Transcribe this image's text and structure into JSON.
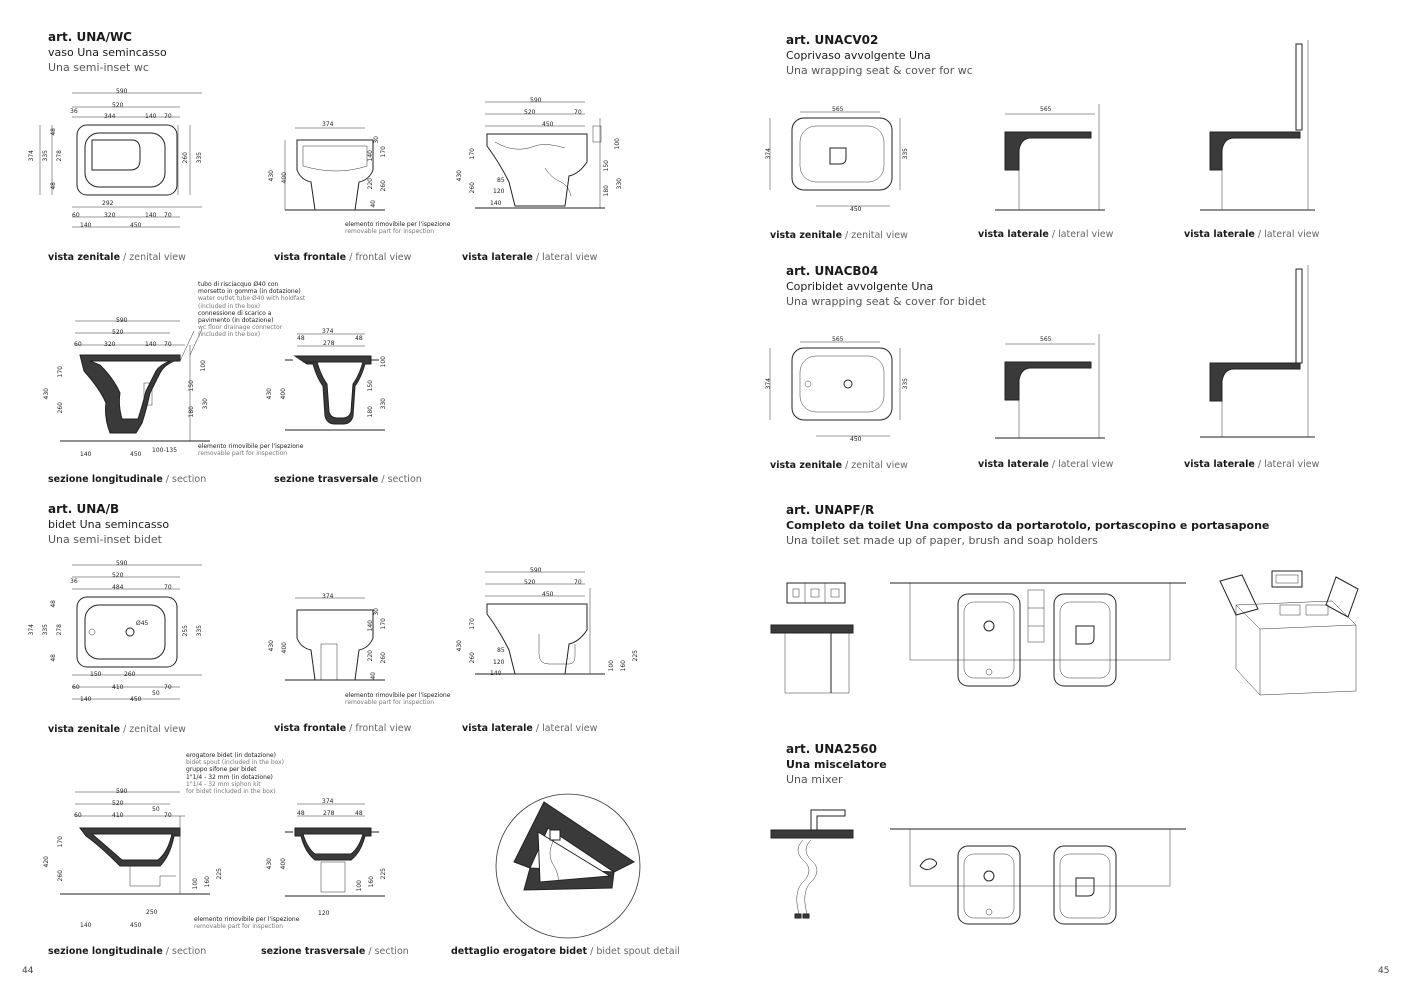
{
  "left_page": {
    "page_number": "44",
    "una_wc": {
      "code": "art. UNA/WC",
      "name_it": "vaso Una semincasso",
      "name_en": "Una semi-inset wc",
      "dims_top": [
        "590",
        "520",
        "36",
        "344",
        "140",
        "70",
        "374",
        "335",
        "278",
        "48",
        "48",
        "260",
        "335",
        "292",
        "60",
        "320",
        "140",
        "70",
        "140",
        "450"
      ],
      "dims_front": [
        "374",
        "430",
        "400",
        "140",
        "30",
        "170",
        "220",
        "260",
        "40"
      ],
      "dims_side": [
        "590",
        "520",
        "70",
        "450",
        "170",
        "430",
        "260",
        "85",
        "120",
        "140",
        "100",
        "150",
        "180",
        "330"
      ],
      "captions": [
        {
          "b": "vista zenitale",
          "s": "/ zenital view"
        },
        {
          "b": "vista frontale",
          "s": "/ frontal view"
        },
        {
          "b": "vista laterale",
          "s": "/ lateral view"
        },
        {
          "b": "sezione longitudinale",
          "s": "/ section"
        },
        {
          "b": "sezione trasversale",
          "s": "/ section"
        }
      ],
      "removable_it": "elemento rimovibile per l'ispezione",
      "removable_en": "removable part for inspection",
      "notes": {
        "tube_it_1": "tubo di risciacquo Ø40 con",
        "tube_it_2": "morsetto in gomma (in dotazione)",
        "tube_en_1": "water outlet tube Ø40  with holdfast",
        "tube_en_2": "(included in the box)",
        "conn_it_1": "connessione di scarico a",
        "conn_it_2": "pavimento (in dotazione)",
        "conn_en_1": "wc floor drainage connector",
        "conn_en_2": "(included in the box)"
      },
      "dims_section": [
        "590",
        "520",
        "60",
        "320",
        "140",
        "70",
        "170",
        "430",
        "260",
        "100",
        "150",
        "180",
        "330",
        "140",
        "450",
        "100-135"
      ],
      "dims_cross": [
        "374",
        "48",
        "278",
        "48",
        "430",
        "400",
        "100",
        "150",
        "180",
        "330"
      ]
    },
    "una_b": {
      "code": "art. UNA/B",
      "name_it": "bidet Una  semincasso",
      "name_en": "Una semi-inset bidet",
      "dims_top": [
        "590",
        "520",
        "36",
        "484",
        "70",
        "374",
        "335",
        "278",
        "48",
        "48",
        "Ø45",
        "255",
        "335",
        "150",
        "260",
        "60",
        "410",
        "70",
        "50",
        "140",
        "450"
      ],
      "dims_front": [
        "374",
        "430",
        "400",
        "140",
        "30",
        "170",
        "220",
        "260",
        "40"
      ],
      "dims_side": [
        "590",
        "520",
        "70",
        "450",
        "170",
        "430",
        "260",
        "85",
        "120",
        "140",
        "100",
        "160",
        "225"
      ],
      "captions": [
        {
          "b": "vista zenitale",
          "s": "/ zenital view"
        },
        {
          "b": "vista frontale",
          "s": "/ frontal view"
        },
        {
          "b": "vista laterale",
          "s": "/ lateral view"
        },
        {
          "b": "sezione longitudinale",
          "s": "/ section"
        },
        {
          "b": "sezione trasversale",
          "s": "/ section"
        },
        {
          "b": "dettaglio erogatore bidet",
          "s": "/ bidet spout detail"
        }
      ],
      "removable_it": "elemento rimovibile per l'ispezione",
      "removable_en": "removable part for inspection",
      "notes": {
        "spout_it": "erogatore bidet (in dotazione)",
        "spout_en": "bidet spout (included in the box)",
        "siphon_it_1": "gruppo sifone per bidet",
        "siphon_it_2": "1\"1/4 - 32 mm (in dotazione)",
        "siphon_en_1": "1\"1/4 - 32 mm siphon kit",
        "siphon_en_2": "for bidet (included in the box)"
      },
      "dims_section": [
        "590",
        "520",
        "60",
        "410",
        "50",
        "70",
        "170",
        "420",
        "260",
        "100",
        "160",
        "225",
        "250",
        "140",
        "450"
      ],
      "dims_cross": [
        "374",
        "48",
        "278",
        "48",
        "430",
        "400",
        "100",
        "160",
        "225",
        "120"
      ]
    }
  },
  "right_page": {
    "page_number": "45",
    "unacv02": {
      "code": "art. UNACV02",
      "name_it": "Coprivaso avvolgente Una",
      "name_en": "Una wrapping seat & cover for wc",
      "dims": [
        "565",
        "374",
        "335",
        "450",
        "565"
      ],
      "captions": [
        {
          "b": "vista zenitale",
          "s": "/ zenital view"
        },
        {
          "b": "vista laterale",
          "s": "/ lateral view"
        },
        {
          "b": "vista laterale",
          "s": "/ lateral view"
        }
      ]
    },
    "unacb04": {
      "code": "art. UNACB04",
      "name_it": "Copribidet avvolgente Una",
      "name_en": "Una wrapping seat & cover for bidet",
      "dims": [
        "565",
        "374",
        "335",
        "450",
        "565"
      ],
      "captions": [
        {
          "b": "vista zenitale",
          "s": "/ zenital view"
        },
        {
          "b": "vista laterale",
          "s": "/ lateral view"
        },
        {
          "b": "vista laterale",
          "s": "/ lateral view"
        }
      ]
    },
    "unapfr": {
      "code": "art. UNAPF/R",
      "name_it": "Completo da toilet Una composto da portarotolo, portascopino e portasapone",
      "name_en": "Una toilet set made up of paper, brush and soap holders"
    },
    "una2560": {
      "code": "art. UNA2560",
      "name_it": "Una miscelatore",
      "name_en": "Una mixer"
    }
  },
  "colors": {
    "ink": "#1a1a1a",
    "dark_fill": "#3a3a3a",
    "secondary_text": "#555555"
  }
}
